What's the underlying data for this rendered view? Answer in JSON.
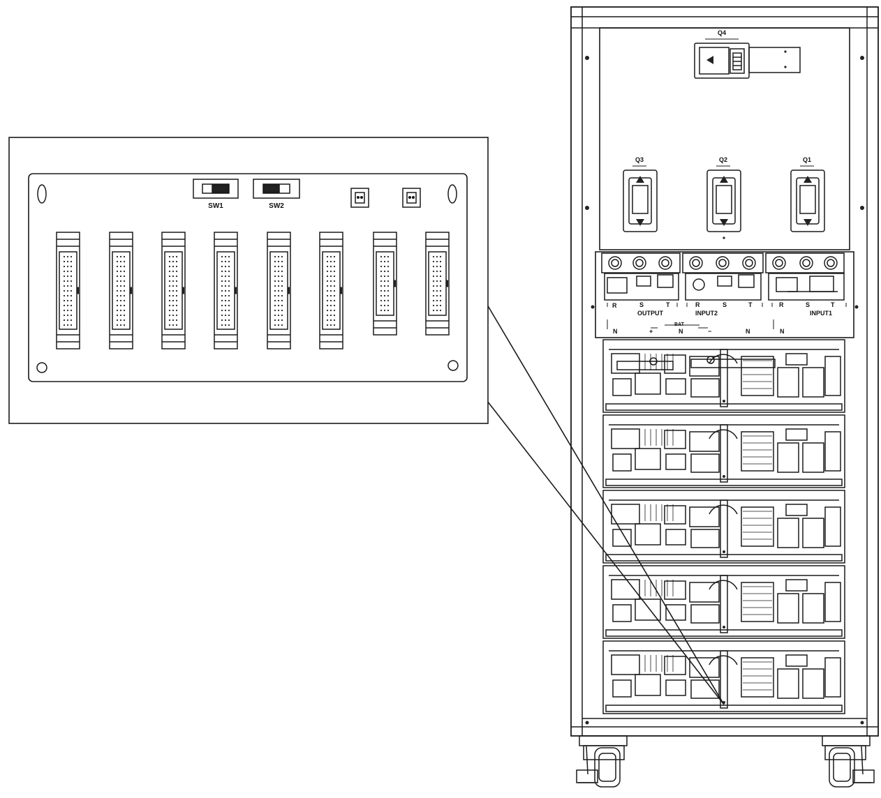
{
  "diagram": {
    "panel_zoom": {
      "switch_labels": [
        "SW1",
        "SW2"
      ],
      "connector_count": 8,
      "small_port_count": 2
    },
    "cabinet": {
      "main_breaker_label": "Q4",
      "breaker_labels": [
        "Q3",
        "Q2",
        "Q1"
      ],
      "terminal_labels": {
        "output": "OUTPUT",
        "input2": "INPUT2",
        "input1": "INPUT1",
        "bat": "BAT",
        "r": "R",
        "s": "S",
        "t": "T",
        "n": "N",
        "plus": "+",
        "minus": "−"
      },
      "module_count": 5,
      "caster_count": 2
    }
  }
}
